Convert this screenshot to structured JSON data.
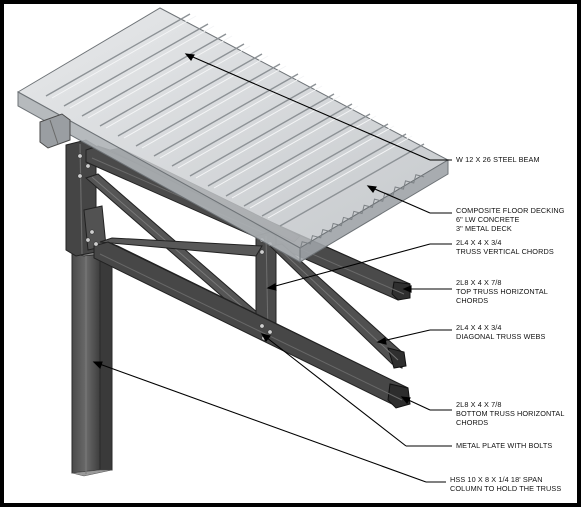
{
  "labels": {
    "steel_beam": {
      "lines": [
        "W 12 X 26 STEEL BEAM"
      ]
    },
    "floor_decking": {
      "lines": [
        "COMPOSITE FLOOR DECKING",
        "6\" LW CONCRETE",
        "3\" METAL DECK"
      ]
    },
    "vertical_chords": {
      "lines": [
        "2L4 X 4 X 3/4",
        "TRUSS VERTICAL CHORDS"
      ]
    },
    "top_chords": {
      "lines": [
        "2L8 X 4 X 7/8",
        "TOP  TRUSS HORIZONTAL",
        "CHORDS"
      ]
    },
    "diagonal_webs": {
      "lines": [
        "2L4 X 4 X 3/4",
        "DIAGONAL TRUSS WEBS"
      ]
    },
    "bottom_chords": {
      "lines": [
        "2L8 X 4 X 7/8",
        "BOTTOM TRUSS HORIZONTAL",
        "CHORDS"
      ]
    },
    "metal_plate": {
      "lines": [
        "METAL PLATE WITH BOLTS"
      ]
    },
    "column": {
      "lines": [
        "HSS 10 X 8 X 1/4 18' SPAN",
        "COLUMN TO HOLD THE TRUSS"
      ]
    }
  },
  "colors": {
    "background": "#ffffff",
    "border": "#000000",
    "steel_dark": "#3a3a3a",
    "steel_mid": "#5c5c5c",
    "steel_light": "#8a8a8a",
    "glass": "#c9cdd0",
    "glass_edge": "#6e7377",
    "leader": "#000000"
  }
}
